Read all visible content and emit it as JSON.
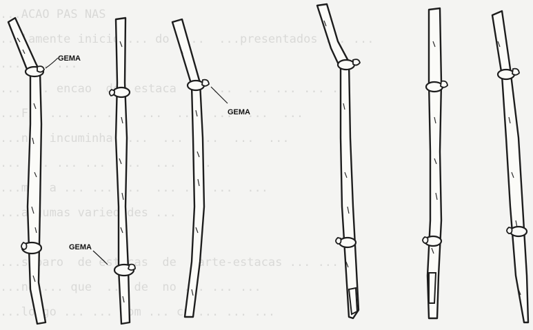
{
  "labels": {
    "bud_1": "GEMA",
    "bud_2": "GEMA",
    "bud_3": "GEMA"
  },
  "background_text": [
    "...ACAO PAS NAS",
    "...lamente inicio ... do  ...  ...presentados ... ...",
    "... ... ...",
    "... ... encao  de  estaca  e  ...  ... ... ... ...",
    "...Fig ... ... ...  ...  ...  ...  ...  ...",
    "...nas incuminhar ...  ...  ...  ...  ...",
    "... ... ... ...  ...  ...  ...",
    "...mas a ... ... ...  ... ... ...  ...",
    "...algumas variedades ...",
    "",
    "...separo  de estacas  de  parte-estacas ... ...",
    "...no ... que  ... de  no ... ... ...",
    "...longo ... ... com ... cm ... ... ..."
  ]
}
